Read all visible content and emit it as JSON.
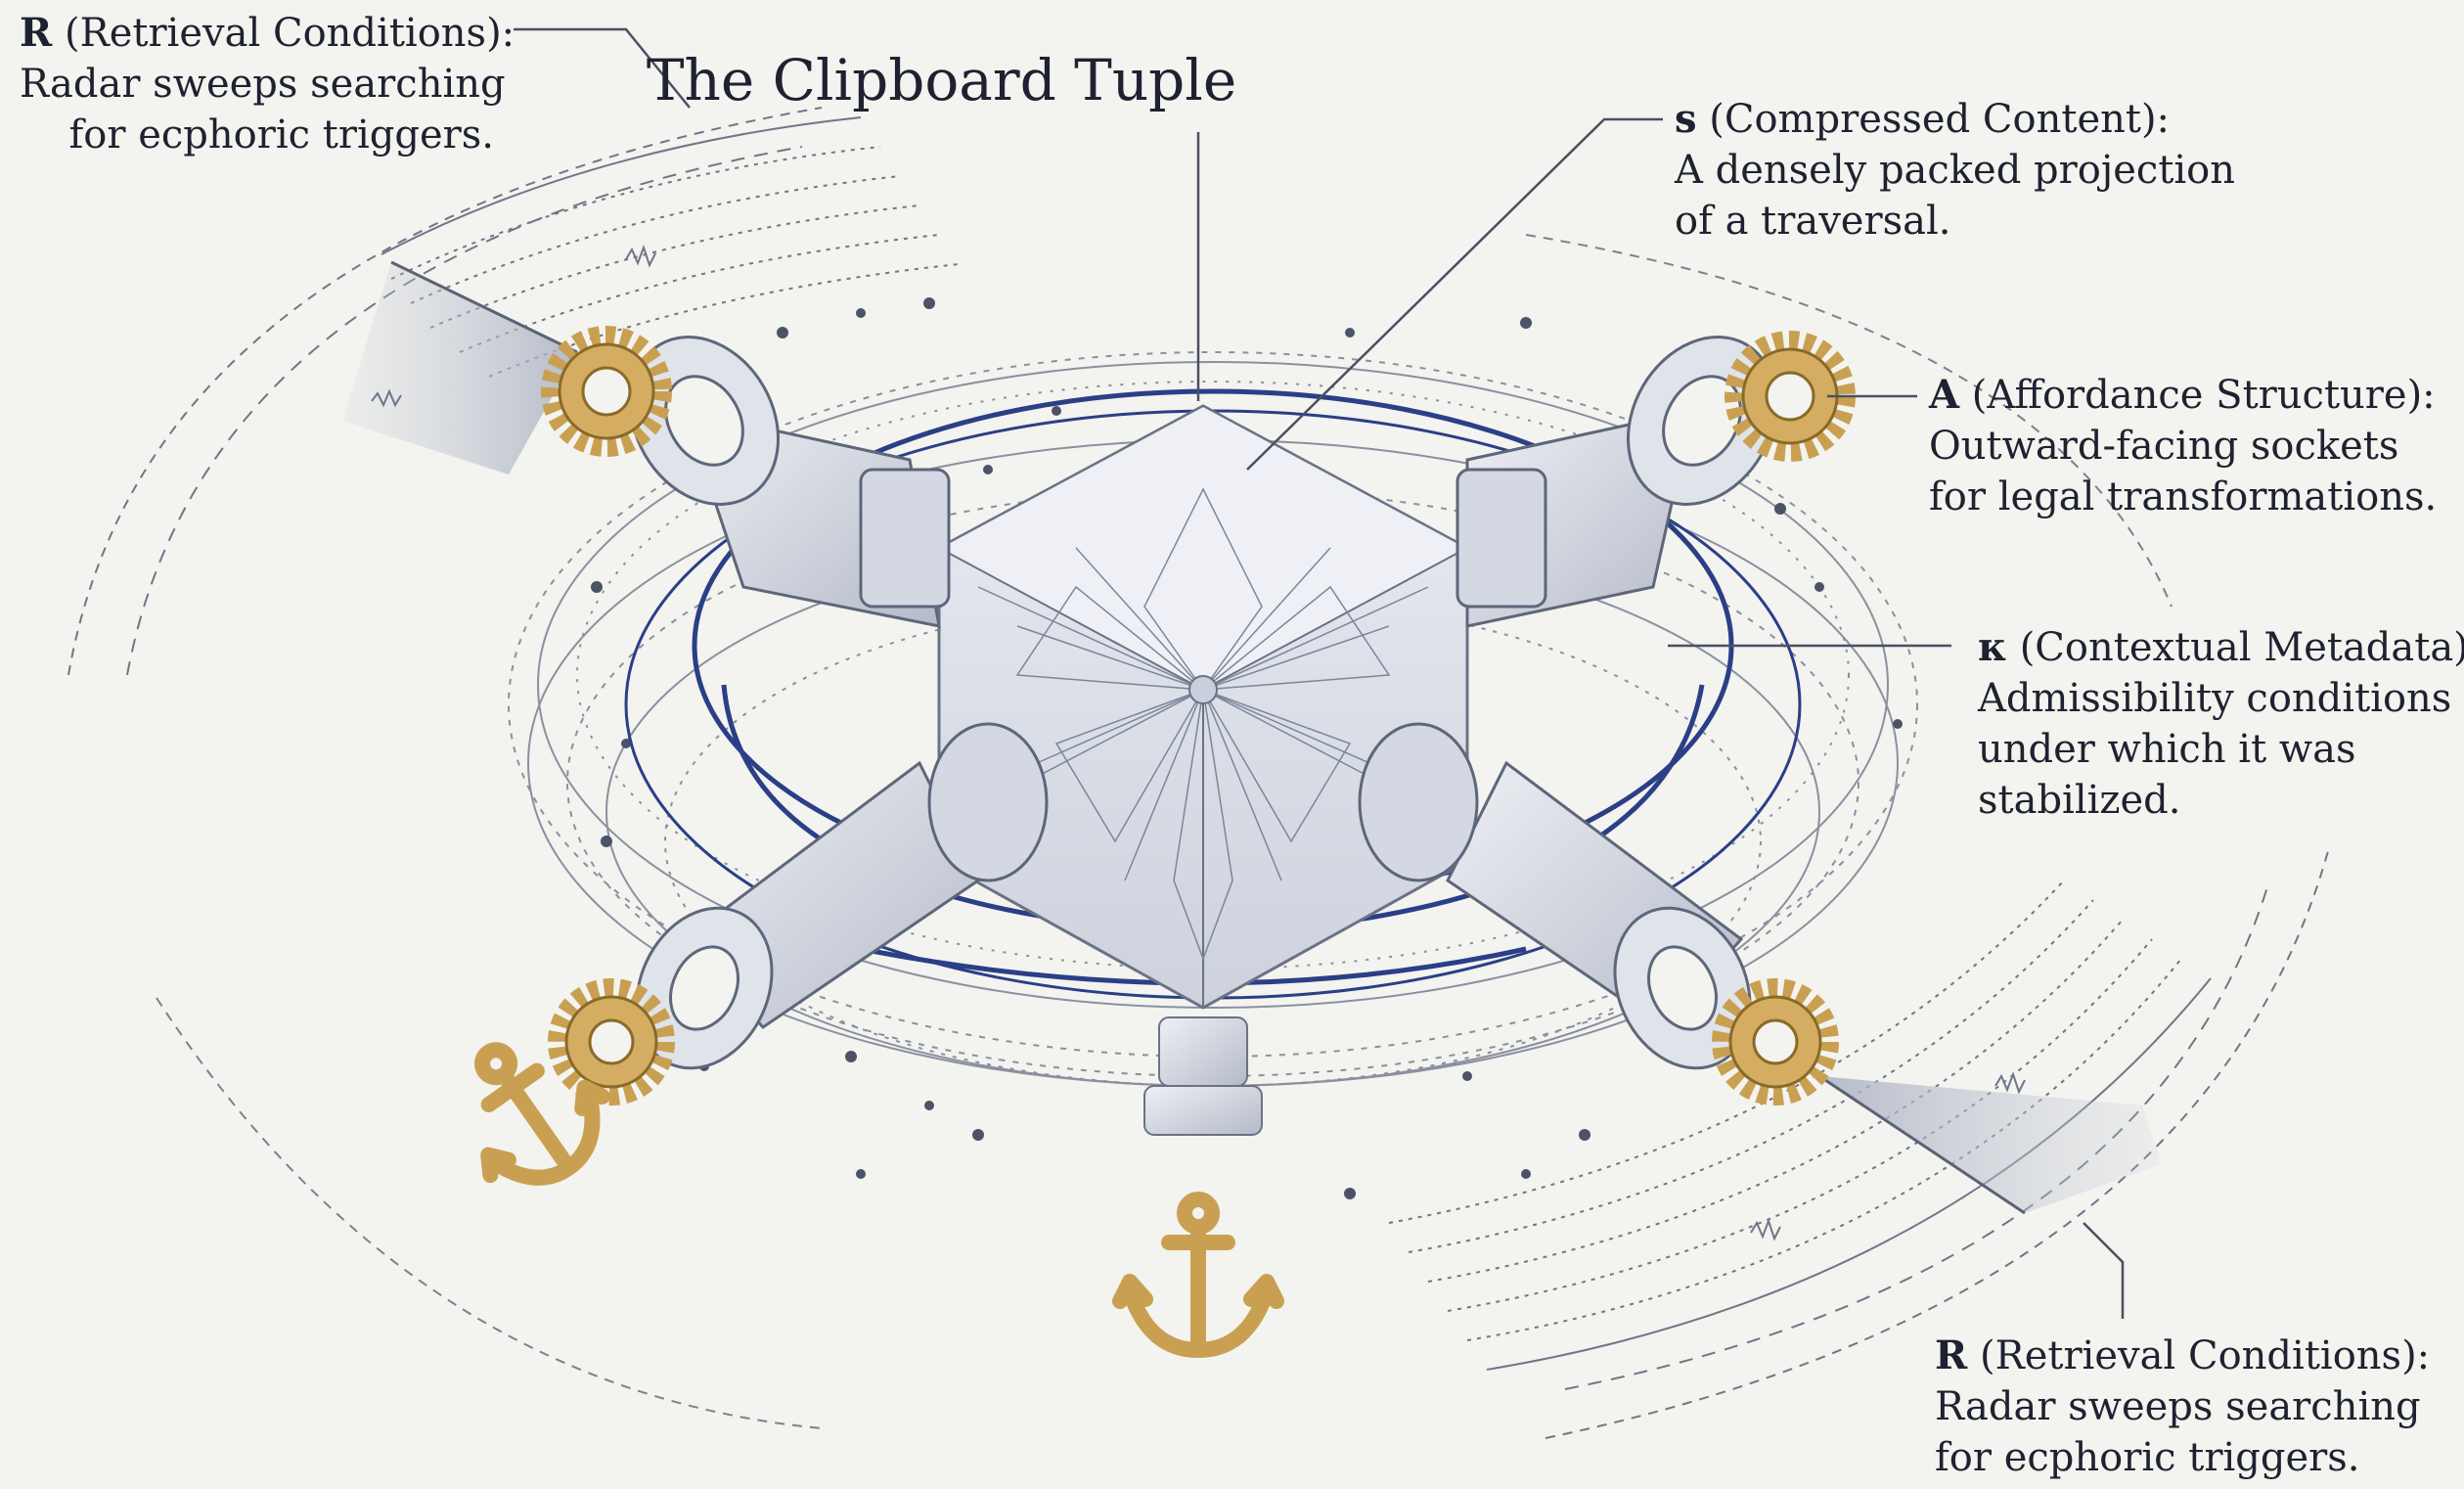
{
  "title": "The Clipboard Tuple",
  "labels": {
    "r_top": {
      "symbol": "R",
      "name": "(Retrieval Conditions):",
      "lines": [
        "Radar sweeps searching",
        "for ecphoric triggers."
      ]
    },
    "s": {
      "symbol": "s",
      "name": "(Compressed Content):",
      "lines": [
        "A densely packed projection",
        "of a traversal."
      ]
    },
    "a": {
      "symbol": "A",
      "name": "(Affordance Structure):",
      "lines": [
        "Outward-facing sockets",
        "for legal transformations."
      ]
    },
    "k": {
      "symbol": "κ",
      "name": "(Contextual Metadata):",
      "lines": [
        "Admissibility conditions",
        "under which it was",
        "stabilized."
      ]
    },
    "r_bottom": {
      "symbol": "R",
      "name": "(Retrieval Conditions):",
      "lines": [
        "Radar sweeps searching",
        "for ecphoric triggers."
      ]
    }
  },
  "colors": {
    "background": "#f3f3ef",
    "ink": "#1e2230",
    "ring_blue": "#2a3f86",
    "gold": "#c9a052",
    "steel": "#b9bfcc",
    "radar_fill": "#c7ccd8"
  },
  "icons": [
    "anchor-icon",
    "gear-icon",
    "crystal-core-icon",
    "connector-arm-icon",
    "radar-sweep-icon"
  ]
}
